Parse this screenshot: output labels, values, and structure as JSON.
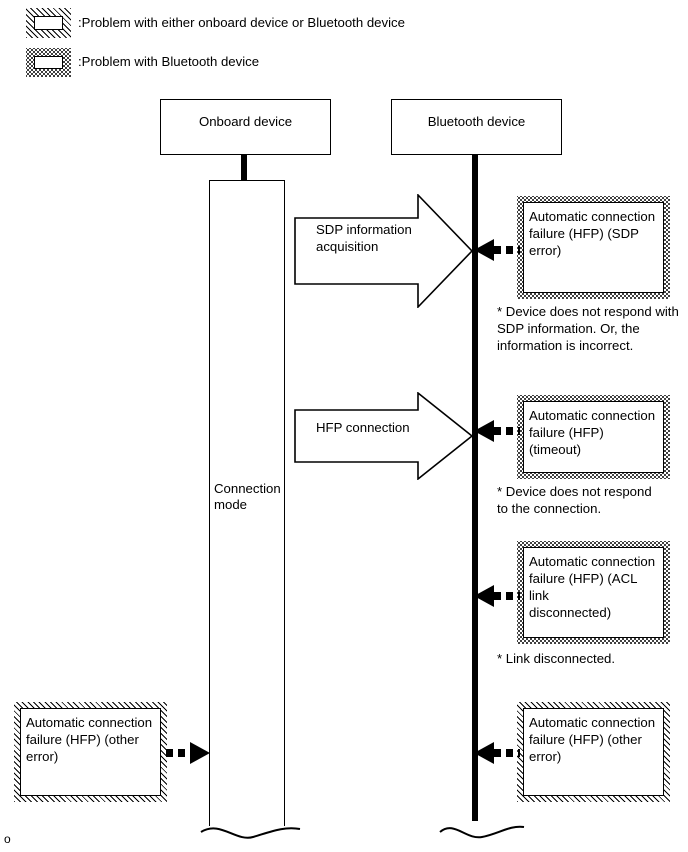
{
  "legend": {
    "items": [
      {
        "swatch": "hatched",
        "label": ":Problem with either onboard device or Bluetooth device"
      },
      {
        "swatch": "dotted",
        "label": ":Problem with Bluetooth device"
      }
    ]
  },
  "lifelines": [
    {
      "id": "onboard",
      "title": "Onboard device"
    },
    {
      "id": "bluetooth",
      "title": "Bluetooth device"
    }
  ],
  "activation": {
    "label_line1": "Connection",
    "label_line2": "mode"
  },
  "messages": [
    {
      "id": "sdp",
      "line1": "SDP information",
      "line2": "acquisition"
    },
    {
      "id": "hfp",
      "line1": "HFP connection",
      "line2": ""
    }
  ],
  "error_boxes": [
    {
      "id": "sdp-error",
      "style": "dotted",
      "line1": "Automatic connection",
      "line2": "failure (HFP) (SDP",
      "line3": "error)"
    },
    {
      "id": "timeout",
      "style": "dotted",
      "line1": "Automatic connection",
      "line2": "failure (HFP) (timeout)",
      "line3": ""
    },
    {
      "id": "acl-link-disconnected",
      "style": "dotted",
      "line1": "Automatic connection",
      "line2": "failure (HFP) (ACL link",
      "line3": "disconnected)"
    },
    {
      "id": "other-error-right",
      "style": "hatched",
      "line1": "Automatic connection",
      "line2": "failure (HFP) (other",
      "line3": "error)"
    },
    {
      "id": "other-error-left",
      "style": "hatched",
      "line1": "Automatic connection",
      "line2": "failure (HFP) (other",
      "line3": "error)"
    }
  ],
  "notes": [
    {
      "id": "note-sdp",
      "line1": "* Device does not respond with",
      "line2": "SDP information. Or, the",
      "line3": "information is incorrect."
    },
    {
      "id": "note-timeout",
      "line1": "* Device does not respond",
      "line2": "to the connection.",
      "line3": ""
    },
    {
      "id": "note-acl",
      "line1": "* Link disconnected.",
      "line2": "",
      "line3": ""
    }
  ],
  "corner_mark": "o",
  "colors": {
    "stroke": "#000000",
    "fill": "#ffffff"
  }
}
